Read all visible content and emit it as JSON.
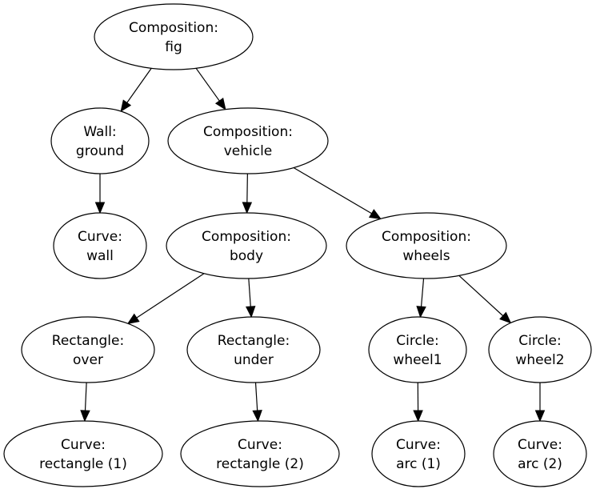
{
  "diagram": {
    "nodes": [
      {
        "id": "fig",
        "line1": "Composition:",
        "line2": "fig"
      },
      {
        "id": "ground",
        "line1": "Wall:",
        "line2": "ground"
      },
      {
        "id": "vehicle",
        "line1": "Composition:",
        "line2": "vehicle"
      },
      {
        "id": "wall",
        "line1": "Curve:",
        "line2": "wall"
      },
      {
        "id": "body",
        "line1": "Composition:",
        "line2": "body"
      },
      {
        "id": "wheels",
        "line1": "Composition:",
        "line2": "wheels"
      },
      {
        "id": "over",
        "line1": "Rectangle:",
        "line2": "over"
      },
      {
        "id": "under",
        "line1": "Rectangle:",
        "line2": "under"
      },
      {
        "id": "wheel1",
        "line1": "Circle:",
        "line2": "wheel1"
      },
      {
        "id": "wheel2",
        "line1": "Circle:",
        "line2": "wheel2"
      },
      {
        "id": "rect1",
        "line1": "Curve:",
        "line2": "rectangle (1)"
      },
      {
        "id": "rect2",
        "line1": "Curve:",
        "line2": "rectangle (2)"
      },
      {
        "id": "arc1",
        "line1": "Curve:",
        "line2": "arc (1)"
      },
      {
        "id": "arc2",
        "line1": "Curve:",
        "line2": "arc (2)"
      }
    ],
    "edges": [
      {
        "from": "fig",
        "to": "ground"
      },
      {
        "from": "fig",
        "to": "vehicle"
      },
      {
        "from": "ground",
        "to": "wall"
      },
      {
        "from": "vehicle",
        "to": "body"
      },
      {
        "from": "vehicle",
        "to": "wheels"
      },
      {
        "from": "body",
        "to": "over"
      },
      {
        "from": "body",
        "to": "under"
      },
      {
        "from": "wheels",
        "to": "wheel1"
      },
      {
        "from": "wheels",
        "to": "wheel2"
      },
      {
        "from": "over",
        "to": "rect1"
      },
      {
        "from": "under",
        "to": "rect2"
      },
      {
        "from": "wheel1",
        "to": "arc1"
      },
      {
        "from": "wheel2",
        "to": "arc2"
      }
    ]
  }
}
